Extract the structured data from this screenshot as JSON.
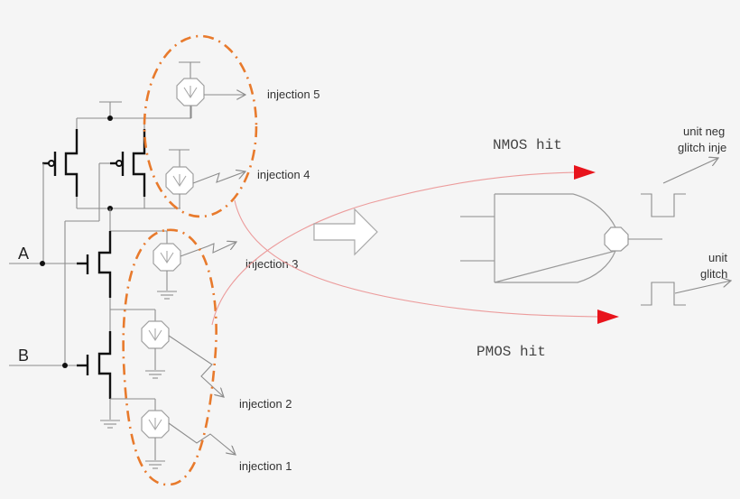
{
  "diagram": {
    "inputs": [
      {
        "id": "A",
        "label": "A"
      },
      {
        "id": "B",
        "label": "B"
      }
    ],
    "injections": [
      {
        "id": 1,
        "label": "injection 1"
      },
      {
        "id": 2,
        "label": "injection 2"
      },
      {
        "id": 3,
        "label": "injection 3"
      },
      {
        "id": 4,
        "label": "injection 4"
      },
      {
        "id": 5,
        "label": "injection 5"
      }
    ],
    "hits": {
      "nmos": "NMOS hit",
      "pmos": "PMOS hit"
    },
    "glitches": {
      "negative_line1": "unit neg",
      "negative_line2": "glitch inje",
      "positive_line1": "unit",
      "positive_line2": "glitch"
    },
    "colors": {
      "background": "#f5f5f5",
      "oval": "#e87a2c",
      "hit_arrow": "#e8141c",
      "hit_curve": "#ec9c9c",
      "wire": "#8c8c8c",
      "transistor": "#111111"
    }
  }
}
